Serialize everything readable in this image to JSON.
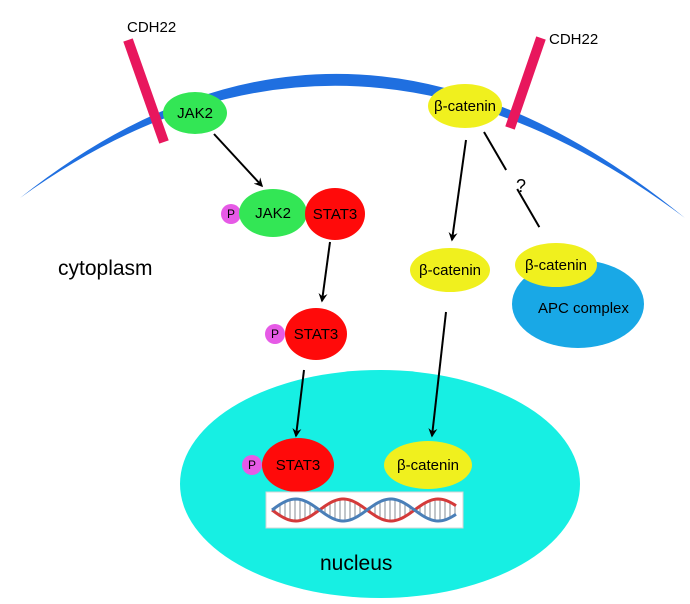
{
  "title": "",
  "colors": {
    "membrane": "#1f6fe0",
    "receptor": "#e8175d",
    "jak2": "#33e655",
    "stat3": "#ff0a0a",
    "phospho": "#e65ae6",
    "catenin": "#f0f01e",
    "apc": "#19a8e6",
    "nucleus": "#17efe3",
    "arrow": "#000000"
  },
  "labels": {
    "cdh22_left": "CDH22",
    "cdh22_right": "CDH22",
    "cytoplasm": "cytoplasm",
    "nucleus": "nucleus",
    "apc_complex": "APC complex",
    "question": "?",
    "jak2_membrane": "JAK2",
    "jak2_complex": "JAK2",
    "stat3_complex": "STAT3",
    "stat3_phos": "STAT3",
    "stat3_nuclear": "STAT3",
    "p1": "P",
    "p2": "P",
    "p3": "P",
    "catenin_membrane": "β-catenin",
    "catenin_cyto": "β-catenin",
    "catenin_apc": "β-catenin",
    "catenin_nuclear": "β-catenin"
  },
  "icons": {
    "dna": "dna-double-helix-icon"
  }
}
